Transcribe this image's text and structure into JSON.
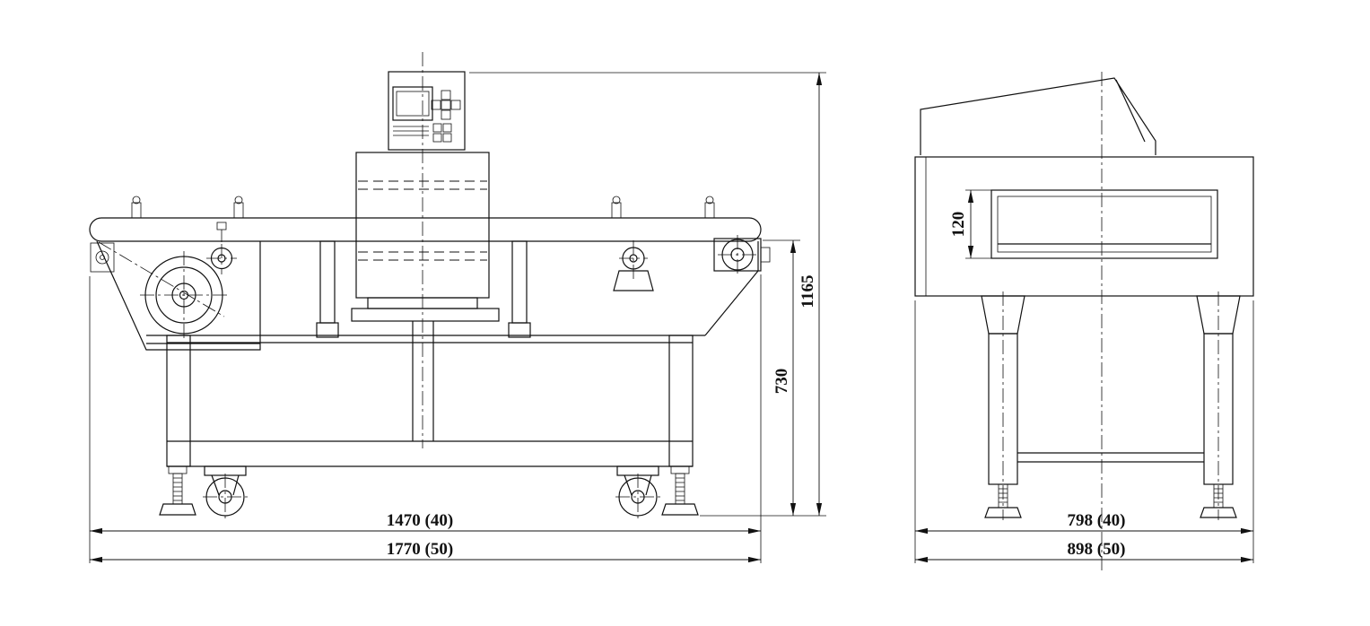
{
  "page": {
    "background": "#ffffff",
    "line_color": "#111111"
  },
  "drawing": {
    "name": "conveyor metal detector dimension drawing",
    "front_view": {
      "dims": {
        "overall_height": "1165",
        "belt_height": "730",
        "length_model_40": "1470 (40)",
        "length_model_50": "1770 (50)"
      }
    },
    "end_view": {
      "dims": {
        "aperture_height": "120",
        "width_model_40": "798 (40)",
        "width_model_50": "898 (50)"
      }
    }
  }
}
